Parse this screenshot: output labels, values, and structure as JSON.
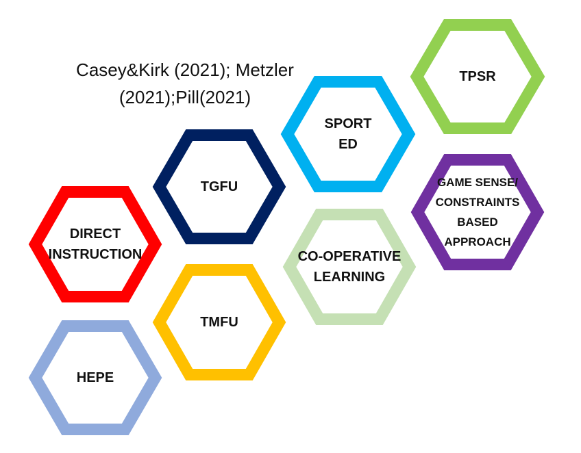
{
  "citation": {
    "line1": "Casey&Kirk (2021); Metzler",
    "line2": "(2021);Pill(2021)"
  },
  "hexagons": [
    {
      "id": "tpsr",
      "lines": [
        "TPSR"
      ],
      "color": "#92d050"
    },
    {
      "id": "sport-ed",
      "lines": [
        "SPORT",
        "ED"
      ],
      "color": "#00b0f0"
    },
    {
      "id": "tgfu",
      "lines": [
        "TGFU"
      ],
      "color": "#002060"
    },
    {
      "id": "game-sense",
      "lines": [
        "GAME SENSE/",
        "CONSTRAINTS",
        "BASED",
        "APPROACH"
      ],
      "color": "#7030a0"
    },
    {
      "id": "direct-instruction",
      "lines": [
        "DIRECT",
        "INSTRUCTION"
      ],
      "color": "#ff0000"
    },
    {
      "id": "co-operative-learning",
      "lines": [
        "CO-OPERATIVE",
        "LEARNING"
      ],
      "color": "#c5e0b4"
    },
    {
      "id": "tmfu",
      "lines": [
        "TMFU"
      ],
      "color": "#ffc000"
    },
    {
      "id": "hepe",
      "lines": [
        "HEPE"
      ],
      "color": "#8faadc"
    }
  ]
}
